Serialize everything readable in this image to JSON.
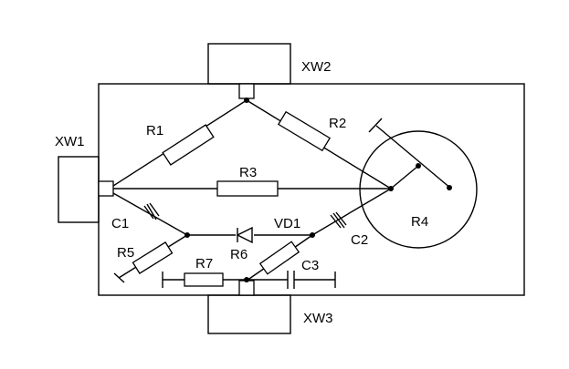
{
  "connectors": {
    "xw1": "XW1",
    "xw2": "XW2",
    "xw3": "XW3"
  },
  "components": {
    "r1": "R1",
    "r2": "R2",
    "r3": "R3",
    "r4": "R4",
    "r5": "R5",
    "r6": "R6",
    "r7": "R7",
    "c1": "C1",
    "c2": "C2",
    "c3": "C3",
    "vd1": "VD1"
  }
}
